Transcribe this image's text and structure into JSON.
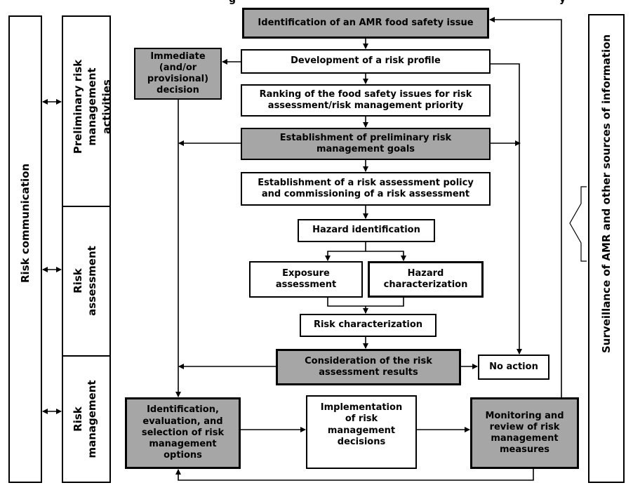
{
  "header_fragment": "g",
  "header_fragment_right": "y",
  "left_panel": {
    "label": "Risk communication"
  },
  "phases": {
    "preliminary": "Preliminary risk management activities",
    "assessment": "Risk assessment",
    "management": "Risk management"
  },
  "right_panel": {
    "label": "Surveillance of AMR and other sources of information"
  },
  "boxes": {
    "identification": "Identification of an AMR food safety issue",
    "risk_profile": "Development of a risk profile",
    "immediate_decision": "Immediate (and/or provisional) decision",
    "ranking": "Ranking of the food safety issues for risk assessment/risk management priority",
    "preliminary_goals": "Establishment of preliminary risk management goals",
    "assessment_policy": "Establishment of a risk assessment policy and commissioning of a risk assessment",
    "hazard_identification": "Hazard identification",
    "exposure_assessment": "Exposure assessment",
    "hazard_characterization": "Hazard characterization",
    "risk_characterization": "Risk characterization",
    "consideration": "Consideration of the risk assessment results",
    "no_action": "No action",
    "options": "Identification, evaluation, and selection of risk management options",
    "implementation": "Implementation of risk management decisions",
    "monitoring": "Monitoring and review of risk management measures"
  },
  "colors": {
    "grey_fill": "#a6a6a6",
    "line": "#000000"
  }
}
